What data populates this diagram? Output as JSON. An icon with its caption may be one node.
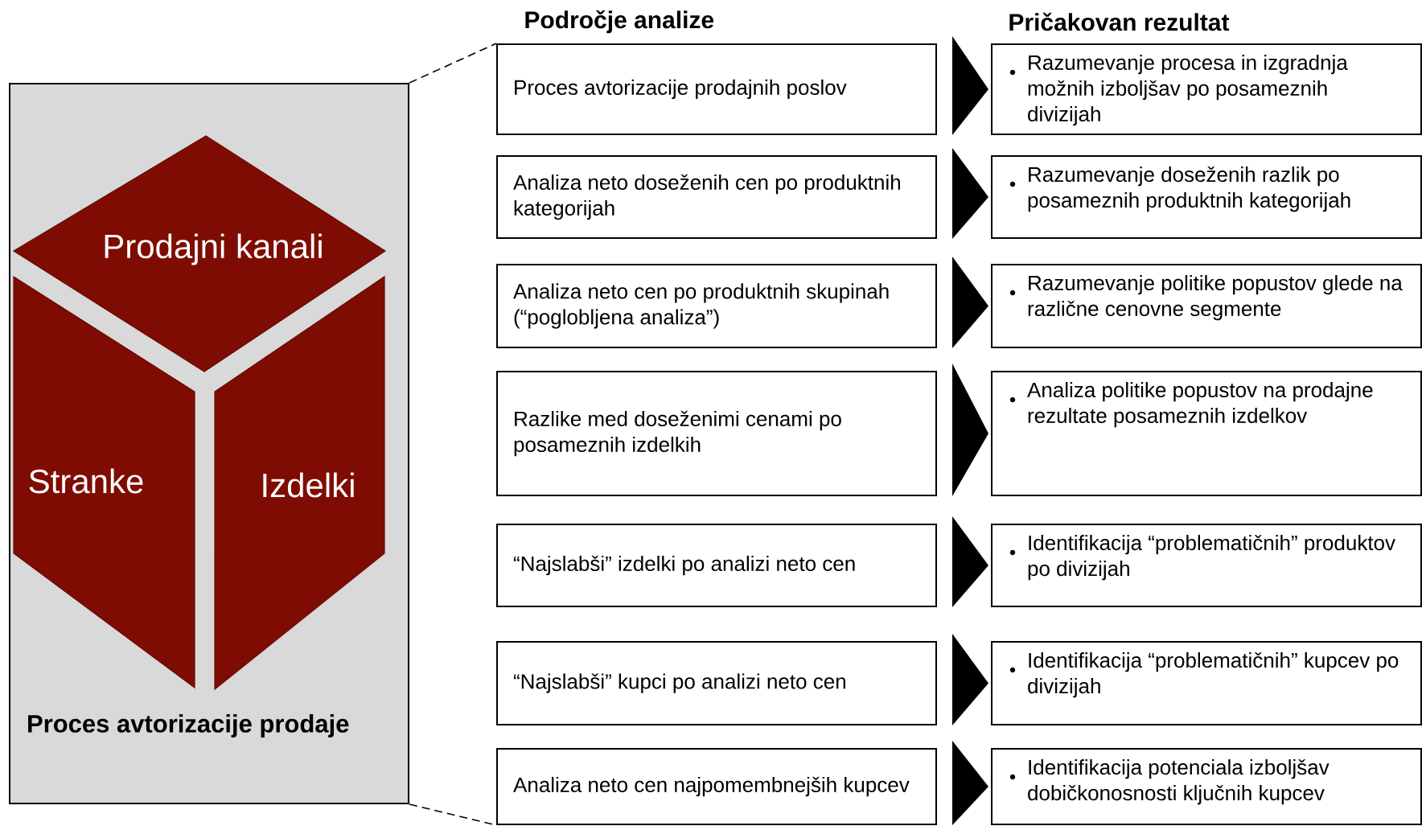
{
  "diagram": {
    "nodes": [
      {
        "text": [
          "Proces avtorizacije prodaje"
        ]
      },
      {
        "text": [
          "Prodajni kanali"
        ],
        "in": 0
      },
      {
        "text": [
          "Stranke"
        ],
        "in": 0
      },
      {
        "text": [
          "Izdelki"
        ],
        "in": 0
      },
      {
        "text": [
          "Proces avtorizacije prodajnih poslov"
        ]
      },
      {
        "text": [
          "Razumevanje procesa in izgradnja možnih izboljšav po posameznih divizijah"
        ]
      },
      {
        "text": [
          "Analiza neto doseženih cen po produktnih kategorijah"
        ]
      },
      {
        "text": [
          "Razumevanje doseženih razlik po posameznih produktnih kategorijah"
        ]
      },
      {
        "text": [
          "Analiza neto cen po produktnih skupinah (“poglobljena analiza”)"
        ]
      },
      {
        "text": [
          "Razumevanje politike popustov glede na različne cenovne segmente"
        ]
      },
      {
        "text": [
          "Razlike med doseženimi cenami po posameznih izdelkih"
        ]
      },
      {
        "text": [
          "Analiza politike popustov na prodajne rezultate posameznih izdelkov"
        ]
      },
      {
        "text": [
          "“Najslabši” izdelki po analizi neto cen"
        ]
      },
      {
        "text": [
          "Identifikacija “problematičnih” produktov po divizijah"
        ]
      },
      {
        "text": [
          "“Najslabši” kupci po analizi neto cen"
        ]
      },
      {
        "text": [
          "Identifikacija “problematičnih” kupcev po divizijah"
        ]
      },
      {
        "text": [
          "Analiza neto cen najpomembnejših kupcev"
        ]
      },
      {
        "text": [
          "Identifikacija potenciala izboljšav dobičkonosnosti ključnih kupcev"
        ]
      }
    ],
    "edges": [
      {
        "from": 4,
        "to": 5,
        "arrow": "to"
      },
      {
        "from": 6,
        "to": 7,
        "arrow": "to"
      },
      {
        "from": 8,
        "to": 9,
        "arrow": "to"
      },
      {
        "from": 10,
        "to": 11,
        "arrow": "to"
      },
      {
        "from": 12,
        "to": 13,
        "arrow": "to"
      },
      {
        "from": 14,
        "to": 15,
        "arrow": "to"
      },
      {
        "from": 16,
        "to": 17,
        "arrow": "to"
      },
      {
        "from": 0,
        "to": 4,
        "arrow": "none",
        "style": "dashed"
      },
      {
        "from": 0,
        "to": 16,
        "arrow": "none",
        "style": "dashed"
      }
    ],
    "labels": [
      "Področje analize",
      "Pričakovan rezultat"
    ]
  }
}
